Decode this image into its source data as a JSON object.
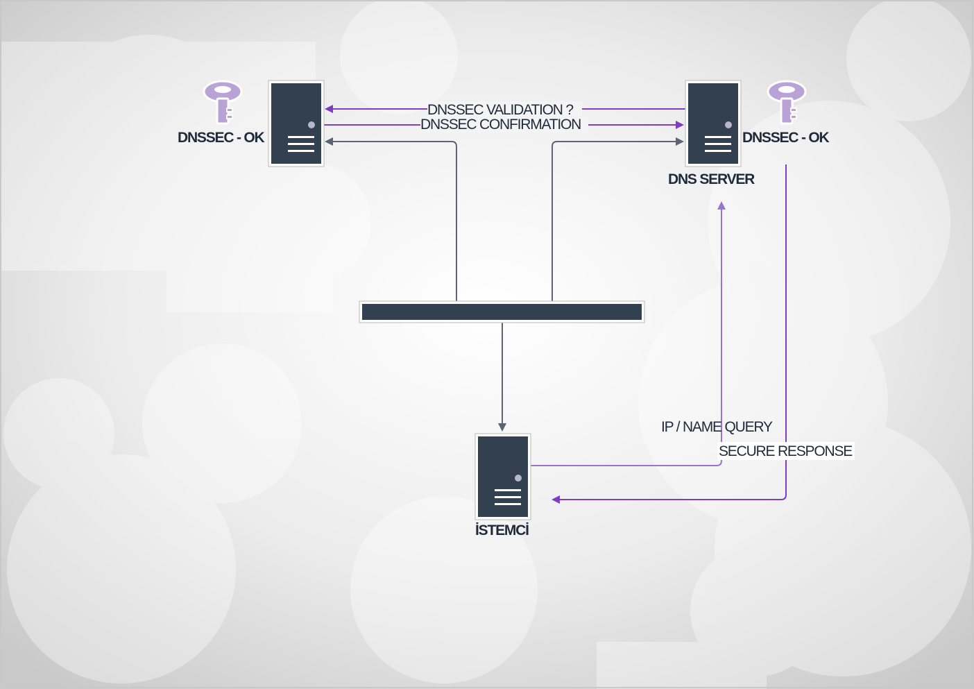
{
  "nodes": {
    "left_server_label": "DNSSEC - OK",
    "right_server_status": "DNSSEC - OK",
    "right_server_name": "DNS SERVER",
    "client_name": "İSTEMCİ"
  },
  "edges": {
    "validation": "DNSSEC VALIDATION ?",
    "confirmation": "DNSSEC CONFIRMATION",
    "query": "IP / NAME QUERY",
    "response": "SECURE RESPONSE"
  },
  "colors": {
    "accent": "#7b3fbf",
    "connector": "#5b6470",
    "server": "#33404f",
    "key": "#b9a3d6"
  },
  "icons": [
    "key-icon",
    "server-icon",
    "switch-icon"
  ]
}
